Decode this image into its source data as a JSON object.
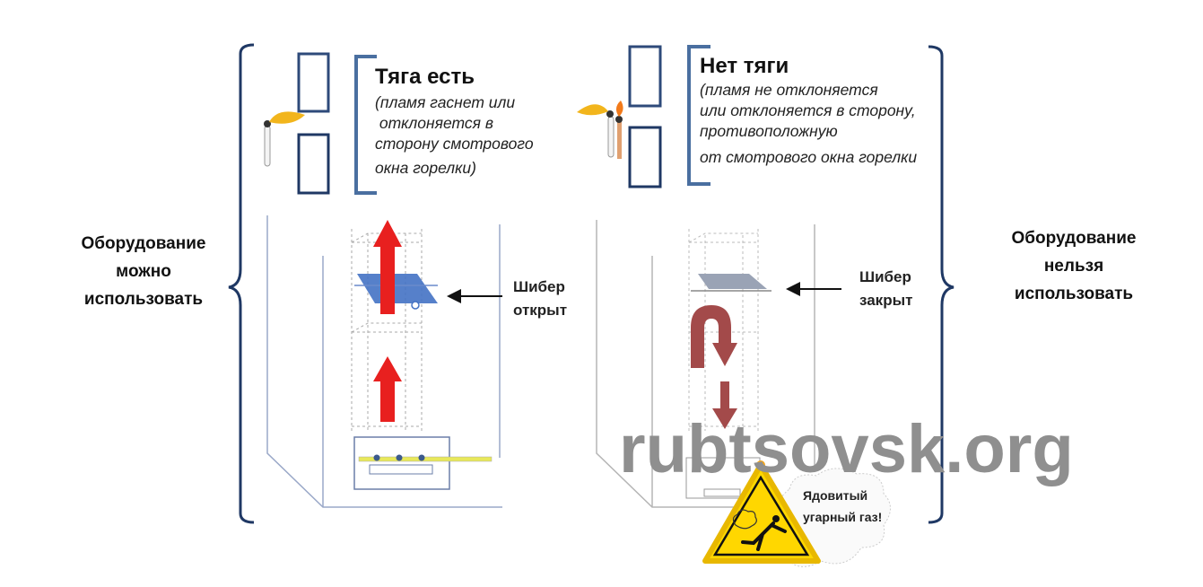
{
  "left": {
    "side_label": [
      "Оборудование",
      "можно",
      "использовать"
    ],
    "title": "Тяга есть",
    "note": [
      "(пламя гаснет или",
      " отклоняется в",
      "сторону смотрового",
      "окна горелки)"
    ],
    "damper_label": [
      "Шибер",
      "открыт"
    ]
  },
  "right": {
    "side_label": [
      "Оборудование",
      "нельзя",
      "использовать"
    ],
    "title": "Нет тяги",
    "note": [
      "(пламя не отклоняется",
      "или отклоняется в сторону,",
      "противоположную",
      "от смотрового окна горелки"
    ],
    "damper_label": [
      "Шибер",
      "закрыт"
    ]
  },
  "warning": [
    "Ядовитый",
    "угарный газ!"
  ],
  "watermark": "rubtsovsk.org",
  "colors": {
    "frame": "#1f3864",
    "up_arrow": "#e8201f",
    "down_arrow": "#a34a4a",
    "damper_open": "#4472c4",
    "warning": "#ffd700"
  }
}
